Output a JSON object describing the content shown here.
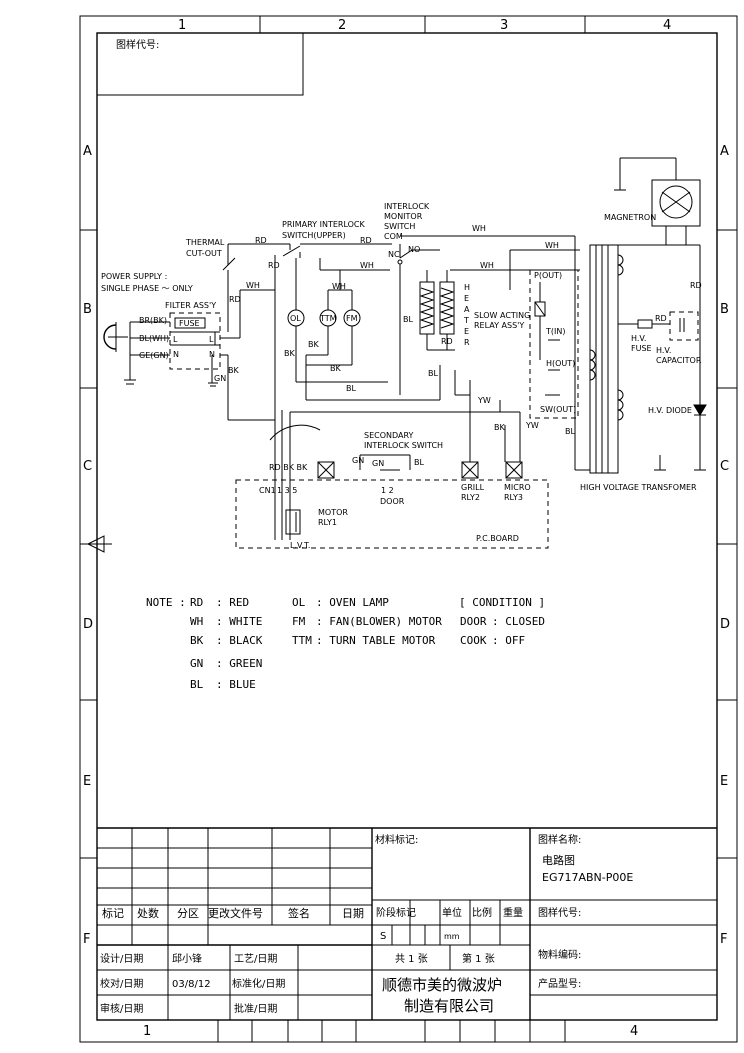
{
  "frame": {
    "cols": [
      "1",
      "2",
      "3",
      "4"
    ],
    "rows": [
      "A",
      "B",
      "C",
      "D",
      "E",
      "F"
    ]
  },
  "top_box_label": "图样代号:",
  "diagram": {
    "power_supply": "POWER SUPPLY :",
    "single_phase": "SINGLE PHASE ～ ONLY",
    "filter": "FILTER ASS'Y",
    "fuse": "FUSE",
    "br": "BR(BK)",
    "bl_wh": "BL(WH)",
    "ge_gn": "GE(GN)",
    "thermal1": "THERMAL",
    "thermal2": "CUT-OUT",
    "primary1": "PRIMARY INTERLOCK",
    "primary2": "SWITCH(UPPER)",
    "monitor1": "INTERLOCK",
    "monitor2": "MONITOR",
    "monitor3": "SWITCH",
    "com": "COM",
    "no": "NO",
    "nc": "NC",
    "magnetron": "MAGNETRON",
    "heater": [
      "H",
      "E",
      "A",
      "T",
      "E",
      "R"
    ],
    "slow1": "SLOW ACTING",
    "slow2": "RELAY ASS'Y",
    "p_out": "P(OUT)",
    "t_in": "T(IN)",
    "h_out": "H(OUT)",
    "sw_out": "SW(OUT)",
    "hv_fuse1": "H.V.",
    "hv_fuse2": "FUSE",
    "hv_cap1": "H.V.",
    "hv_cap2": "CAPACITOR",
    "hv_diode": "H.V. DIODE",
    "hvt": "HIGH VOLTAGE TRANSFOMER",
    "secondary1": "SECONDARY",
    "secondary2": "INTERLOCK SWITCH",
    "door": "DOOR",
    "door_pins": "1  2",
    "grill1": "GRILL",
    "grill2": "RLY2",
    "micro1": "MICRO",
    "micro2": "RLY3",
    "motor1": "MOTOR",
    "motor2": "RLY1",
    "cn1": "CN1",
    "cn1_pins": "1  3 5",
    "cn1_wires": "RD BK BK",
    "lvt": "L.V.T.",
    "pcboard": "P.C.BOARD",
    "ol": "OL",
    "ttm": "TTM",
    "fm": "FM",
    "L": "L",
    "N": "N",
    "wires": {
      "rd": "RD",
      "wh": "WH",
      "bk": "BK",
      "bl": "BL",
      "gn": "GN",
      "yw": "YW"
    }
  },
  "note": {
    "label": "NOTE :",
    "left": [
      {
        "code": "RD",
        "desc": ": RED"
      },
      {
        "code": "WH",
        "desc": ": WHITE"
      },
      {
        "code": "BK",
        "desc": ": BLACK"
      },
      {
        "code": "GN",
        "desc": ": GREEN"
      },
      {
        "code": "BL",
        "desc": ": BLUE"
      }
    ],
    "mid": [
      {
        "code": "OL",
        "desc": ": OVEN LAMP"
      },
      {
        "code": "FM",
        "desc": ": FAN(BLOWER) MOTOR"
      },
      {
        "code": "TTM",
        "desc": ": TURN TABLE MOTOR"
      }
    ],
    "condition_title": "[ CONDITION ]",
    "condition": [
      {
        "code": "DOOR",
        "desc": ": CLOSED"
      },
      {
        "code": "COOK",
        "desc": ": OFF"
      }
    ]
  },
  "title_block": {
    "material": "材料标记:",
    "drawing_name_label": "图样名称:",
    "drawing_name": "电路图",
    "model": "EG717ABN-P00E",
    "headers": [
      "标记",
      "处数",
      "分区",
      "更改文件号",
      "签名",
      "日期"
    ],
    "stage_mark": "阶段标记",
    "unit": "单位",
    "scale": "比例",
    "weight": "重量",
    "s": "S",
    "mm": "mm",
    "drawing_code": "图样代号:",
    "design": "设计/日期",
    "designer": "邱小锋",
    "process": "工艺/日期",
    "check": "校对/日期",
    "date": "03/8/12",
    "standard": "标准化/日期",
    "review": "审核/日期",
    "approve": "批准/日期",
    "sheets_total": "共 1 张",
    "sheet_no": "第 1 张",
    "company1": "顺德市美的微波炉",
    "company2": "制造有限公司",
    "material_code": "物料编码:",
    "product_model": "产品型号:"
  }
}
